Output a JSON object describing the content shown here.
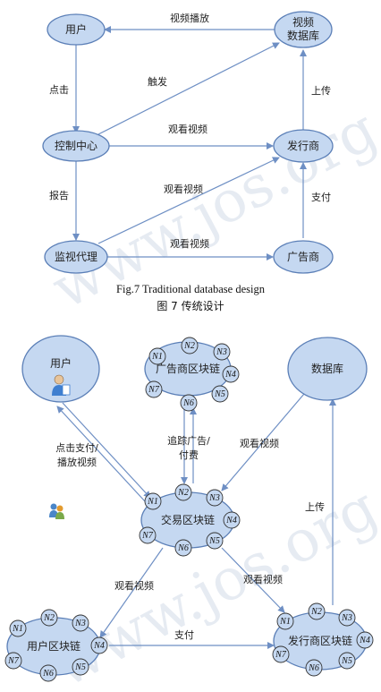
{
  "watermark": [
    "www.jos.org.cn",
    "www.jos.org.cn"
  ],
  "fig7": {
    "nodes": {
      "user": "用户",
      "video_db_line1": "视频",
      "video_db_line2": "数据库",
      "control": "控制中心",
      "publisher": "发行商",
      "monitor": "监视代理",
      "advertiser": "广告商"
    },
    "edges": {
      "video_play": "视频播放",
      "click": "点击",
      "trigger": "触发",
      "watch_video_1": "观看视频",
      "upload": "上传",
      "report": "报告",
      "watch_video_2": "观看视频",
      "pay": "支付",
      "watch_video_3": "观看视频"
    },
    "caption_en": "Fig.7    Traditional database design",
    "caption_zh": "图 7    传统设计"
  },
  "fig8": {
    "user": "用户",
    "database": "数据库",
    "ad_chain": "广告商区块链",
    "trade_chain": "交易区块链",
    "user_chain": "用户区块链",
    "pub_chain": "发行商区块链",
    "edges": {
      "click_pay_line1": "点击支付/",
      "click_pay_line2": "播放视频",
      "track_line1": "追踪广告/",
      "track_line2": "付费",
      "watch_db": "观看视频",
      "upload": "上传",
      "watch_left": "观看视频",
      "watch_right": "观看视频",
      "pay": "支付"
    },
    "node_labels": [
      "N1",
      "N2",
      "N3",
      "N4",
      "N5",
      "N6",
      "N7"
    ]
  },
  "colors": {
    "node_fill": "#c5d8f1",
    "node_stroke": "#5b7fb7",
    "arrow": "#6e8fc4",
    "user_fill": "#3f7fd0",
    "text": "#222222"
  }
}
